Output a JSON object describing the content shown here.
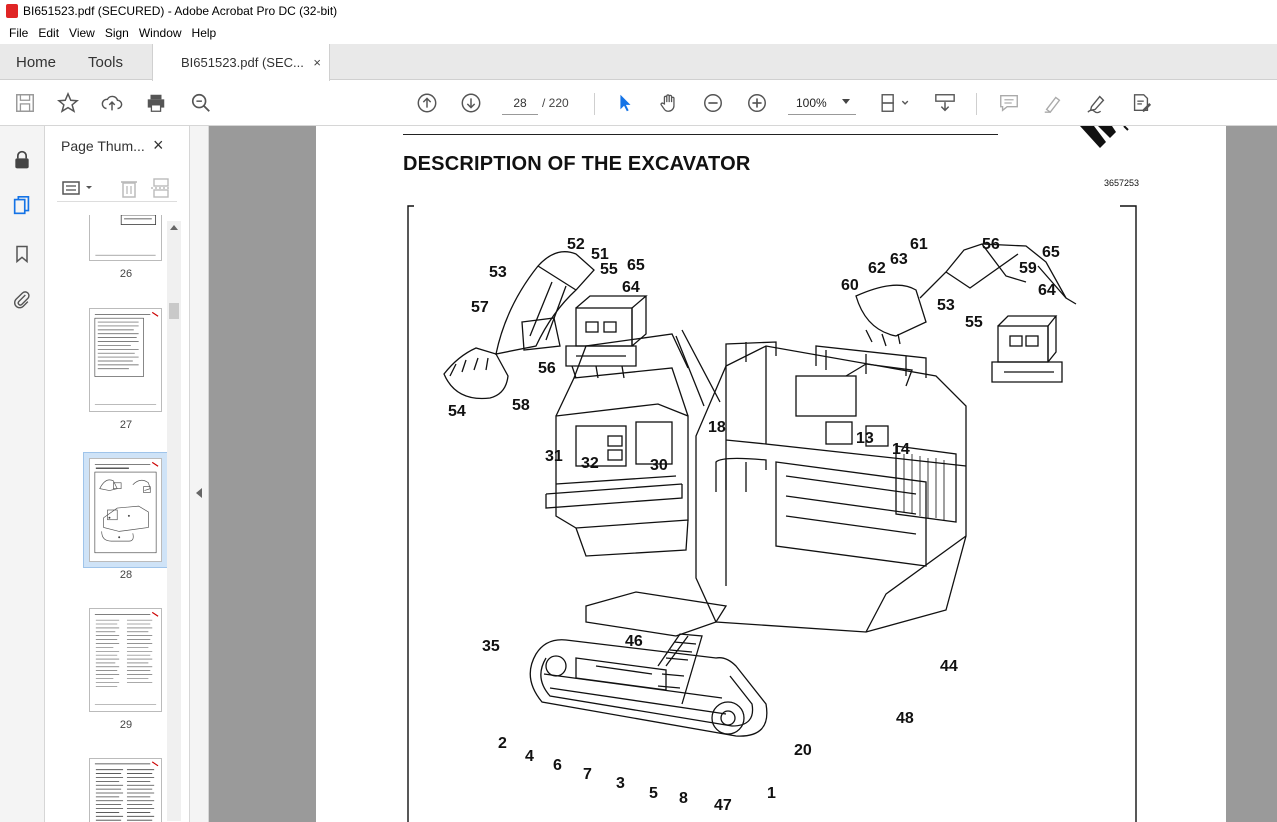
{
  "window": {
    "title": "BI651523.pdf (SECURED) - Adobe Acrobat Pro DC (32-bit)"
  },
  "menu": [
    "File",
    "Edit",
    "View",
    "Sign",
    "Window",
    "Help"
  ],
  "tabs": {
    "home": "Home",
    "tools": "Tools",
    "document": "BI651523.pdf (SEC...",
    "close_glyph": "×"
  },
  "toolbar": {
    "page_current": "28",
    "page_total": "/ 220",
    "zoom": "100%"
  },
  "thumbnails": {
    "panel_title": "Page Thum...",
    "close_glyph": "×",
    "pages": [
      {
        "label": "26",
        "selected": false
      },
      {
        "label": "27",
        "selected": false
      },
      {
        "label": "28",
        "selected": true
      },
      {
        "label": "29",
        "selected": false
      },
      {
        "label": "",
        "selected": false
      }
    ]
  },
  "document": {
    "title": "DESCRIPTION OF THE EXCAVATOR",
    "doc_number": "3657253",
    "figure_labels": [
      "52",
      "51",
      "55",
      "65",
      "53",
      "64",
      "57",
      "56",
      "54",
      "58",
      "61",
      "56",
      "65",
      "62",
      "63",
      "59",
      "60",
      "53",
      "64",
      "55",
      "18",
      "13",
      "14",
      "31",
      "32",
      "30",
      "35",
      "46",
      "44",
      "48",
      "2",
      "4",
      "6",
      "7",
      "3",
      "5",
      "8",
      "47",
      "1",
      "20"
    ]
  },
  "colors": {
    "accent_blue": "#1473e6",
    "pdf_red": "#e02525",
    "canvas_gray": "#9a9a9a"
  }
}
